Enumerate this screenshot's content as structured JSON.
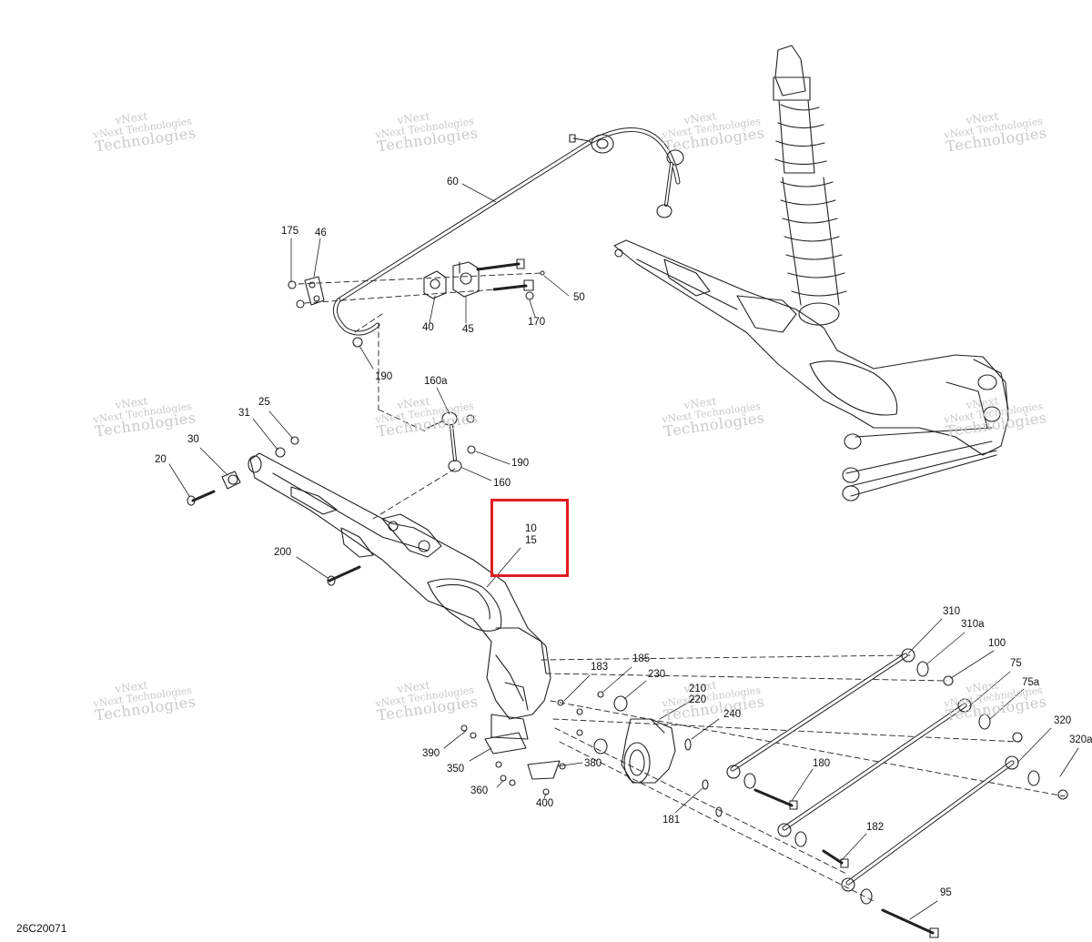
{
  "drawing_code": "26C20071",
  "watermark": {
    "line1": "vNext",
    "line2": "vNext Technologies",
    "line3": "Technologies"
  },
  "highlight_color": "#e01e22",
  "callouts": {
    "c60": "60",
    "c175": "175",
    "c46": "46",
    "c50": "50",
    "c40": "40",
    "c45": "45",
    "c170": "170",
    "c190a": "190",
    "c160a": "160a",
    "c25": "25",
    "c31": "31",
    "c30": "30",
    "c20": "20",
    "c190b": "190",
    "c160": "160",
    "c10": "10",
    "c15": "15",
    "c200": "200",
    "c183": "183",
    "c185": "185",
    "c230": "230",
    "c210": "210",
    "c220": "220",
    "c240": "240",
    "c390": "390",
    "c350": "350",
    "c380": "380",
    "c360": "360",
    "c400": "400",
    "c181": "181",
    "c180": "180",
    "c182": "182",
    "c95": "95",
    "c310": "310",
    "c310a": "310a",
    "c100": "100",
    "c75": "75",
    "c75a": "75a",
    "c320": "320",
    "c320a": "320a"
  }
}
